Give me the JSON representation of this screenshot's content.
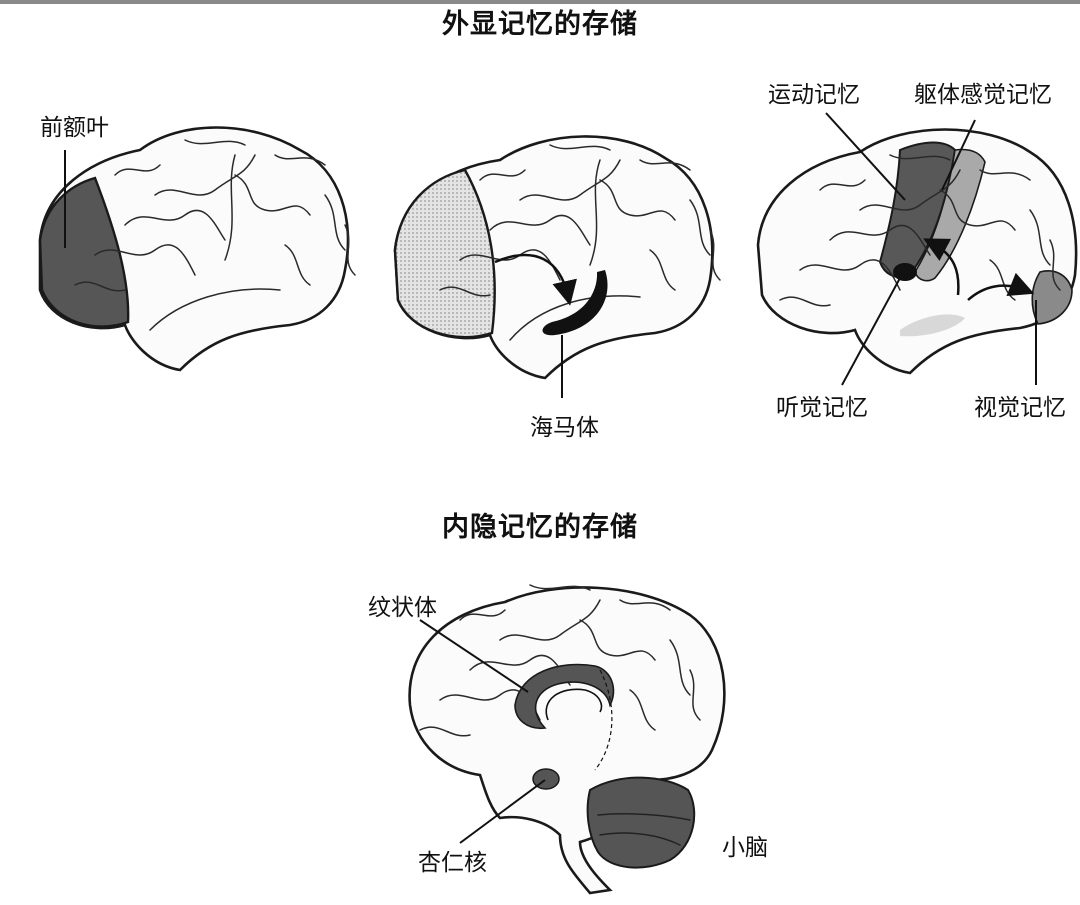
{
  "titles": {
    "explicit": "外显记忆的存储",
    "implicit": "内隐记忆的存储"
  },
  "labels": {
    "prefrontal": "前额叶",
    "hippocampus": "海马体",
    "motor_memory": "运动记忆",
    "somatosensory_memory": "躯体感觉记忆",
    "auditory_memory": "听觉记忆",
    "visual_memory": "视觉记忆",
    "striatum": "纹状体",
    "amygdala": "杏仁核",
    "cerebellum": "小脑"
  },
  "colors": {
    "region_dark": "#555555",
    "region_mid": "#8c8c8c",
    "region_light": "#d9d9d9",
    "structure_black": "#111111",
    "outline": "#1a1a1a"
  }
}
